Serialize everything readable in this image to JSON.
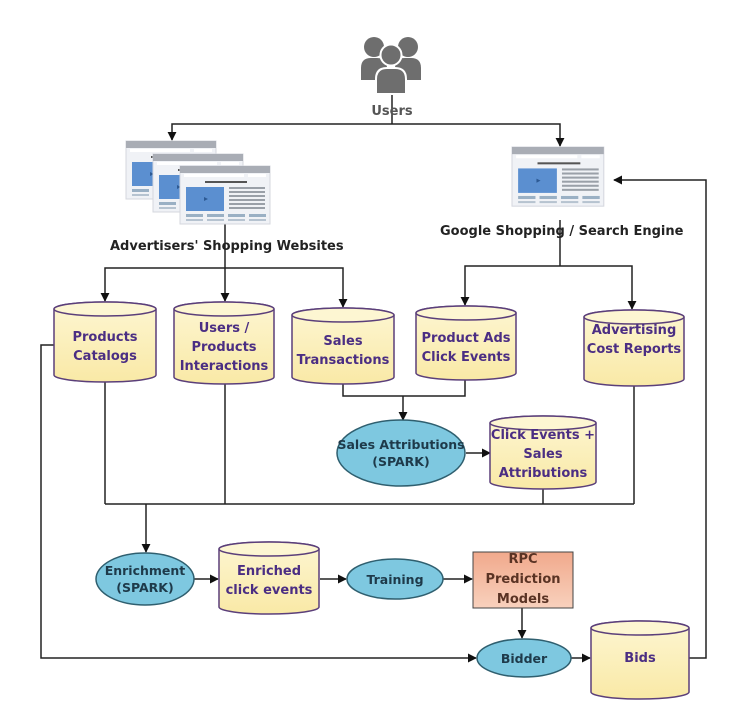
{
  "actors": {
    "users": "Users",
    "advertisers_websites": "Advertisers' Shopping Websites",
    "google_shopping": "Google Shopping / Search Engine"
  },
  "data_stores": {
    "products_catalogs": [
      "Products",
      "Catalogs"
    ],
    "users_products_interactions": [
      "Users /",
      "Products",
      "Interactions"
    ],
    "sales_transactions": [
      "Sales",
      "Transactions"
    ],
    "product_ads_click_events": [
      "Product Ads",
      "Click Events"
    ],
    "advertising_cost_reports": [
      "Advertising",
      "Cost Reports"
    ],
    "click_events_sales_attributions": [
      "Click Events +",
      "Sales",
      "Attributions"
    ],
    "enriched_click_events": [
      "Enriched",
      "click events"
    ],
    "bids": [
      "Bids"
    ]
  },
  "processes": {
    "sales_attributions": [
      "Sales Attributions",
      "(SPARK)"
    ],
    "enrichment": [
      "Enrichment",
      "(SPARK)"
    ],
    "training": [
      "Training"
    ],
    "bidder": [
      "Bidder"
    ]
  },
  "models": {
    "rpc_prediction_models": [
      "RPC",
      "Prediction",
      "Models"
    ]
  },
  "colors": {
    "cylinder_fill": "#fbeeb4",
    "cylinder_stroke": "#5b3f7a",
    "ellipse_fill": "#7ec8e0",
    "ellipse_stroke": "#2f5f6f",
    "model_fill": "#f3b398",
    "connector": "#222222",
    "icon_gray": "#6e6e6e",
    "browser_blue": "#5b8fd0"
  }
}
